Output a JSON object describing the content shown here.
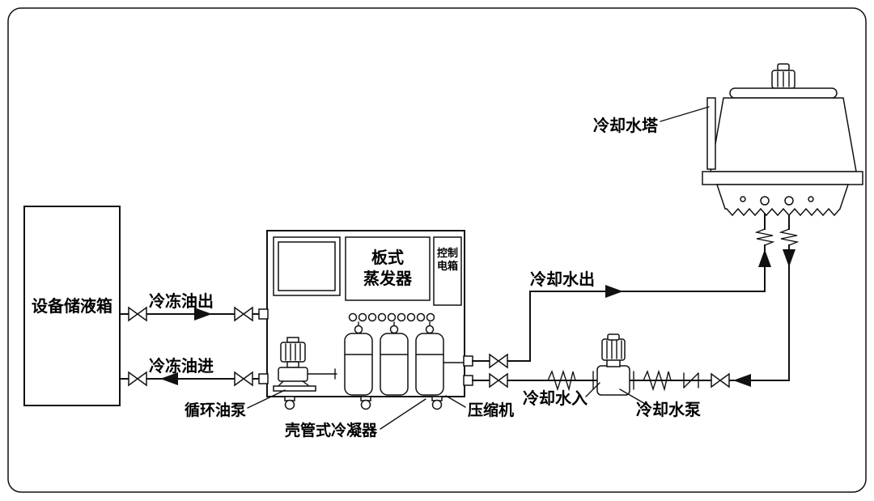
{
  "diagram": {
    "colors": {
      "line": "#111111",
      "background": "#ffffff",
      "text": "#000000"
    },
    "labels": {
      "tank": "设备储液箱",
      "oil_out": "冷冻油出",
      "oil_in": "冷冻油进",
      "evaporator_line1": "板式",
      "evaporator_line2": "蒸发器",
      "control_line1": "控制",
      "control_line2": "电箱",
      "oil_pump": "循环油泵",
      "condenser": "壳管式冷凝器",
      "compressor": "压缩机",
      "water_out": "冷却水出",
      "water_in": "冷却水入",
      "water_pump": "冷却水泵",
      "tower": "冷却水塔"
    }
  }
}
